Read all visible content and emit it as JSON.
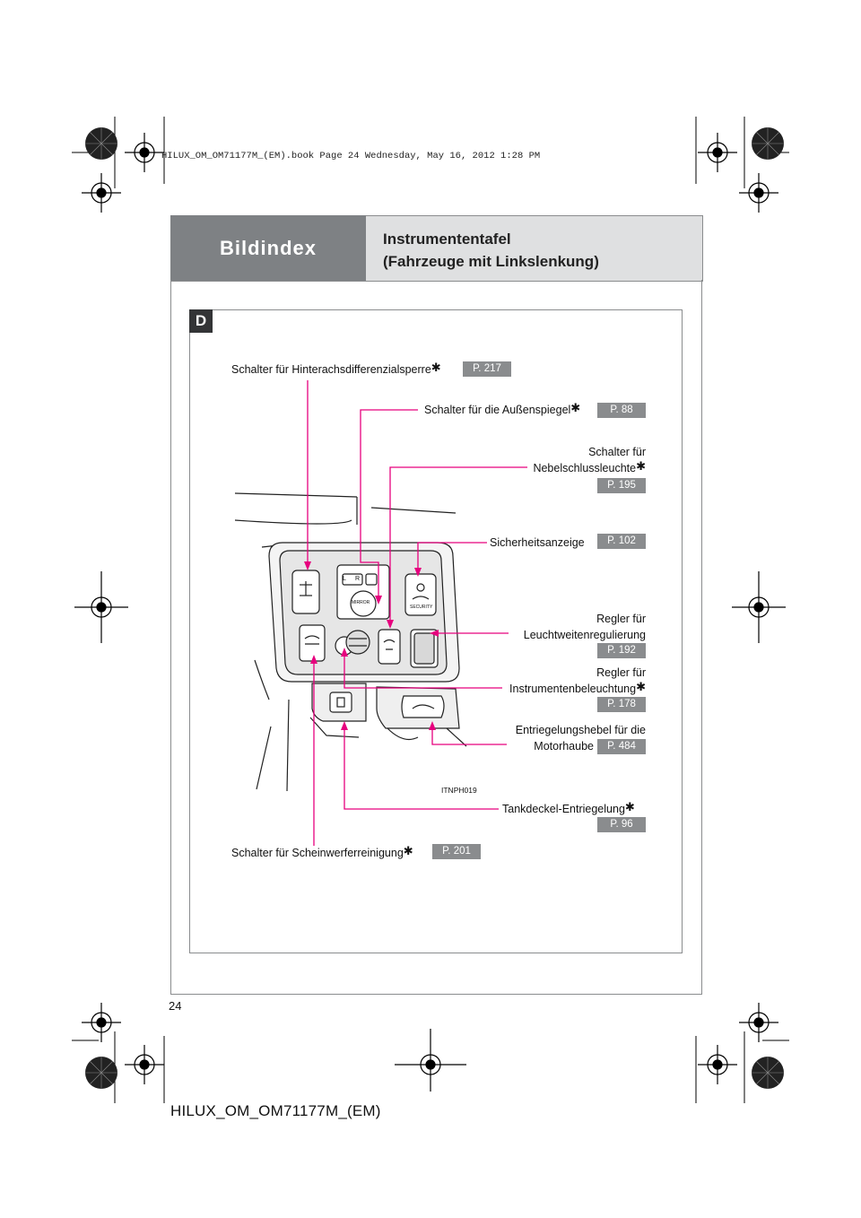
{
  "book_info": "HILUX_OM_OM71177M_(EM).book  Page 24  Wednesday, May 16, 2012  1:28 PM",
  "header": {
    "tab_label": "Bildindex",
    "title_line1": "Instrumententafel",
    "title_line2": "(Fahrzeuge mit Linkslenkung)"
  },
  "section_letter": "D",
  "star_symbol": "✱",
  "callouts": {
    "rear_diff_lock": {
      "label": "Schalter für Hinterachsdifferenzialsperre",
      "ref": "P. 217"
    },
    "outside_mirrors": {
      "label": "Schalter für die Außenspiegel",
      "ref": "P. 88"
    },
    "rear_fog": {
      "label_line1": "Schalter für",
      "label_line2": "Nebelschlussleuchte",
      "ref": "P. 195"
    },
    "security": {
      "label": "Sicherheitsanzeige",
      "ref": "P. 102"
    },
    "headlight_leveling": {
      "label_line1": "Regler für",
      "label_line2": "Leuchtweitenregulierung",
      "ref": "P. 192"
    },
    "instrument_lighting": {
      "label_line1": "Regler für",
      "label_line2": "Instrumentenbeleuchtung",
      "ref": "P. 178"
    },
    "hood_release": {
      "label_line1": "Entriegelungshebel für die",
      "label_line2": "Motorhaube",
      "ref": "P. 484"
    },
    "fuel_door": {
      "label": "Tankdeckel-Entriegelung",
      "ref": "P. 96"
    },
    "headlight_cleaner": {
      "label": "Schalter für Scheinwerferreinigung",
      "ref": "P. 201"
    }
  },
  "illustration": {
    "code": "ITNPH019",
    "mirror_l": "L",
    "mirror_r": "R",
    "mirror_label": "MIRROR",
    "security_label": "SECURITY"
  },
  "page_number": "24",
  "footer": "HILUX_OM_OM71177M_(EM)",
  "colors": {
    "leader": "#e6007e",
    "tab": "#7e8184",
    "header_bg": "#dfe0e1",
    "ref_badge": "#8a8c8e"
  }
}
